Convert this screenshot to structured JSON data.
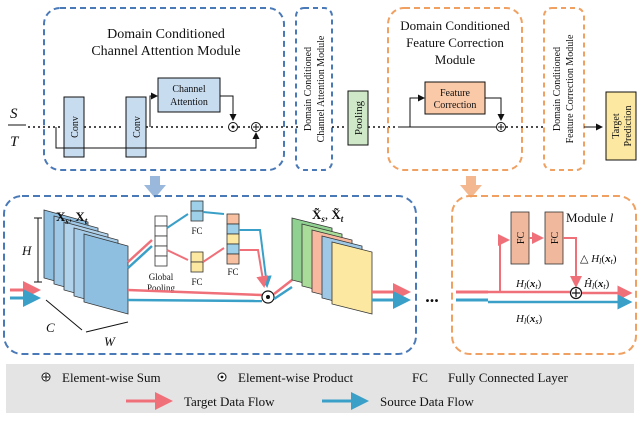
{
  "top": {
    "input_s": "S",
    "input_t": "T",
    "dcca_title_line1": "Domain Conditioned",
    "dcca_title_line2": "Channel Attention Module",
    "conv_label": "Conv",
    "channel_attention_line1": "Channel",
    "channel_attention_line2": "Attention",
    "dcca_vertical_line1": "Domain Conditioned",
    "dcca_vertical_line2": "Channel Attention Module",
    "pooling_label": "Pooling",
    "dcfc_title_line1": "Domain Conditioned",
    "dcfc_title_line2": "Feature Correction",
    "dcfc_title_line3": "Module",
    "feature_correction_line1": "Feature",
    "feature_correction_line2": "Correction",
    "dcfc_vertical_line1": "Domain Conditioned",
    "dcfc_vertical_line2": "Feature Correction Module",
    "target_prediction_line1": "Target",
    "target_prediction_line2": "Prediction"
  },
  "attention_detail": {
    "input_features": "X_s, X_t",
    "input_features_bold": "X",
    "sub_s": "s",
    "sub_t": "t",
    "output_features_bold": "X̃",
    "dim_h": "H",
    "dim_c": "C",
    "dim_w": "W",
    "global_pooling_line1": "Global",
    "global_pooling_line2": "Pooling",
    "fc_label": "FC"
  },
  "correction_detail": {
    "module_label": "Module l",
    "fc_label": "FC",
    "delta_label": "△ H_l(x_t)",
    "h_target": "H_l(x_t)",
    "h_hat_target": "Ĥ_l(x_t)",
    "h_source": "H_l(x_s)",
    "ellipsis": "..."
  },
  "legend": {
    "element_wise_sum": "Element-wise Sum",
    "element_wise_product": "Element-wise Product",
    "fc_abbrev": "FC",
    "fc_full": "Fully Connected Layer",
    "target_flow": "Target Data Flow",
    "source_flow": "Source Data Flow"
  },
  "colors": {
    "target_flow": "#f0707a",
    "source_flow": "#3aa0c8",
    "blue_module_border": "#4a79b8",
    "orange_module_border": "#f0a060",
    "conv_fill": "#c8dcf0",
    "pooling_fill": "#cfe8c8",
    "feature_correction_fill": "#f9c9a8",
    "target_prediction_fill": "#fce8a0",
    "fc_fill": "#f0b89c",
    "legend_bg": "#e4e4e4"
  }
}
